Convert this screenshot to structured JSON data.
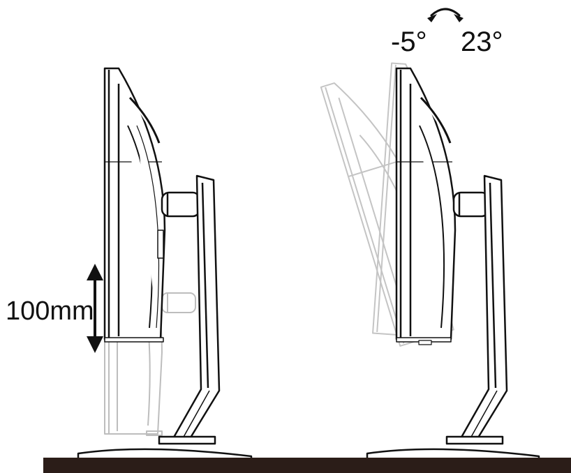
{
  "labels": {
    "height_adjust": "100mm",
    "tilt_back": "-5°",
    "tilt_forward": "23°"
  },
  "colors": {
    "ink": "#111111",
    "ghost": "#b8b8b8",
    "ground": "#2b1d18",
    "background": "#ffffff"
  },
  "icons": {
    "height_arrow": "double-arrow-vertical",
    "tilt_arrow": "curved-double-arrow"
  }
}
